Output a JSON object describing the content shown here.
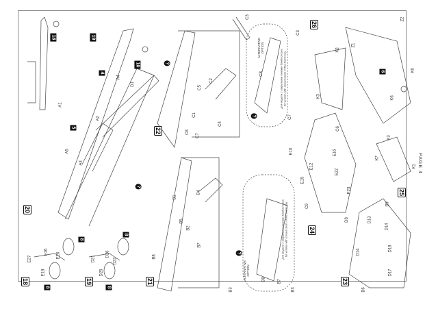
{
  "document": {
    "type": "model kit assembly instructions",
    "page_label": "PAGE 4",
    "orientation": "rotated 90 degrees"
  },
  "steps": [
    {
      "number": "18",
      "parts": [
        "E27",
        "E16",
        "E18",
        "E26"
      ],
      "badge": "8",
      "badge2": "8"
    },
    {
      "number": "19",
      "parts": [
        "D21",
        "D26",
        "D22",
        "D25"
      ],
      "badge": "8",
      "badge2": "8"
    },
    {
      "number": "20",
      "parts": [
        "A1",
        "A2",
        "A3",
        "A4",
        "A5",
        "D1"
      ],
      "callouts": [
        "4",
        "5",
        "10",
        "18",
        "19"
      ]
    },
    {
      "number": "21",
      "parts": [
        "B1",
        "B2",
        "B3",
        "B4",
        "B5",
        "B7",
        "B8"
      ],
      "option_marker": "?"
    },
    {
      "number": "22",
      "parts": [
        "C1",
        "C2",
        "C3",
        "C4",
        "C5",
        "C7",
        "C8"
      ],
      "option_marker": "?"
    },
    {
      "number": "23",
      "parts": [
        "B6",
        "B9",
        "D8",
        "D13",
        "D14",
        "D17",
        "D18"
      ]
    },
    {
      "number": "24",
      "parts": [
        "C6",
        "C9",
        "E10",
        "E12",
        "E15",
        "E16",
        "E22",
        "E23"
      ]
    },
    {
      "number": "25",
      "parts": [
        "K1",
        "K3",
        "K7"
      ]
    },
    {
      "number": "26",
      "parts": [
        "K2",
        "K3",
        "K6",
        "Z1",
        "Z2"
      ],
      "callouts": [
        "6"
      ]
    }
  ],
  "alternative_options": [
    {
      "title_line1": "ALTERNATIVE",
      "title_line2": "OPTION",
      "parts": [
        "C3",
        "C7",
        "C8"
      ],
      "note_line1": "для модели с закрытыми люками бомбоотсека",
      "note_line2": "for version with closed doors of the bomb bay"
    },
    {
      "title_line1": "ALTERNATIVE",
      "title_line2": "OPTION",
      "parts": [
        "B3",
        "B7",
        "B8"
      ],
      "note_line1": "для модели с закрытыми люками бомбоотсека",
      "note_line2": "for version with closed doors of the bomb bay"
    }
  ],
  "labels": {
    "a1": "A1",
    "a2": "A2",
    "a3": "A3",
    "a4": "A4",
    "a5": "A5",
    "d1": "D1",
    "c1": "C1",
    "c2": "C2",
    "c3": "C3",
    "c3b": "C3",
    "c4": "C4",
    "c5": "C5",
    "c7": "C7",
    "c7b": "C7",
    "c8": "C8",
    "c8b": "C8",
    "b1": "B1",
    "b2": "B2",
    "b3": "B3",
    "b3b": "B3",
    "b4": "B4",
    "b5": "B5",
    "b7": "B7",
    "b7b": "B7",
    "b8": "B8",
    "b8b": "B8",
    "e27": "E27",
    "e16": "E16",
    "e18": "E18",
    "e26": "E26",
    "d21": "D21",
    "d26": "D26",
    "d22": "D22",
    "d25": "D25",
    "c6": "C6",
    "c9": "C9",
    "e10": "E10",
    "e12": "E12",
    "e15": "E15",
    "e16b": "E16",
    "e22": "E22",
    "e23": "E23",
    "b6": "B6",
    "b9": "B9",
    "d8": "D8",
    "d13": "D13",
    "d14": "D14",
    "d14b": "D14",
    "d17": "D17",
    "d18": "D18",
    "k1": "K1",
    "k3": "K3",
    "k3b": "K3",
    "k7": "K7",
    "k2": "K2",
    "k6": "K6",
    "k6b": "K6",
    "z1": "Z1",
    "z2": "Z2"
  },
  "callouts": {
    "c4": "4",
    "c5": "5",
    "c10": "10",
    "c18": "18",
    "c19": "19",
    "c6": "6",
    "q1": "?",
    "q2": "?",
    "q3": "?",
    "q4": "?"
  }
}
